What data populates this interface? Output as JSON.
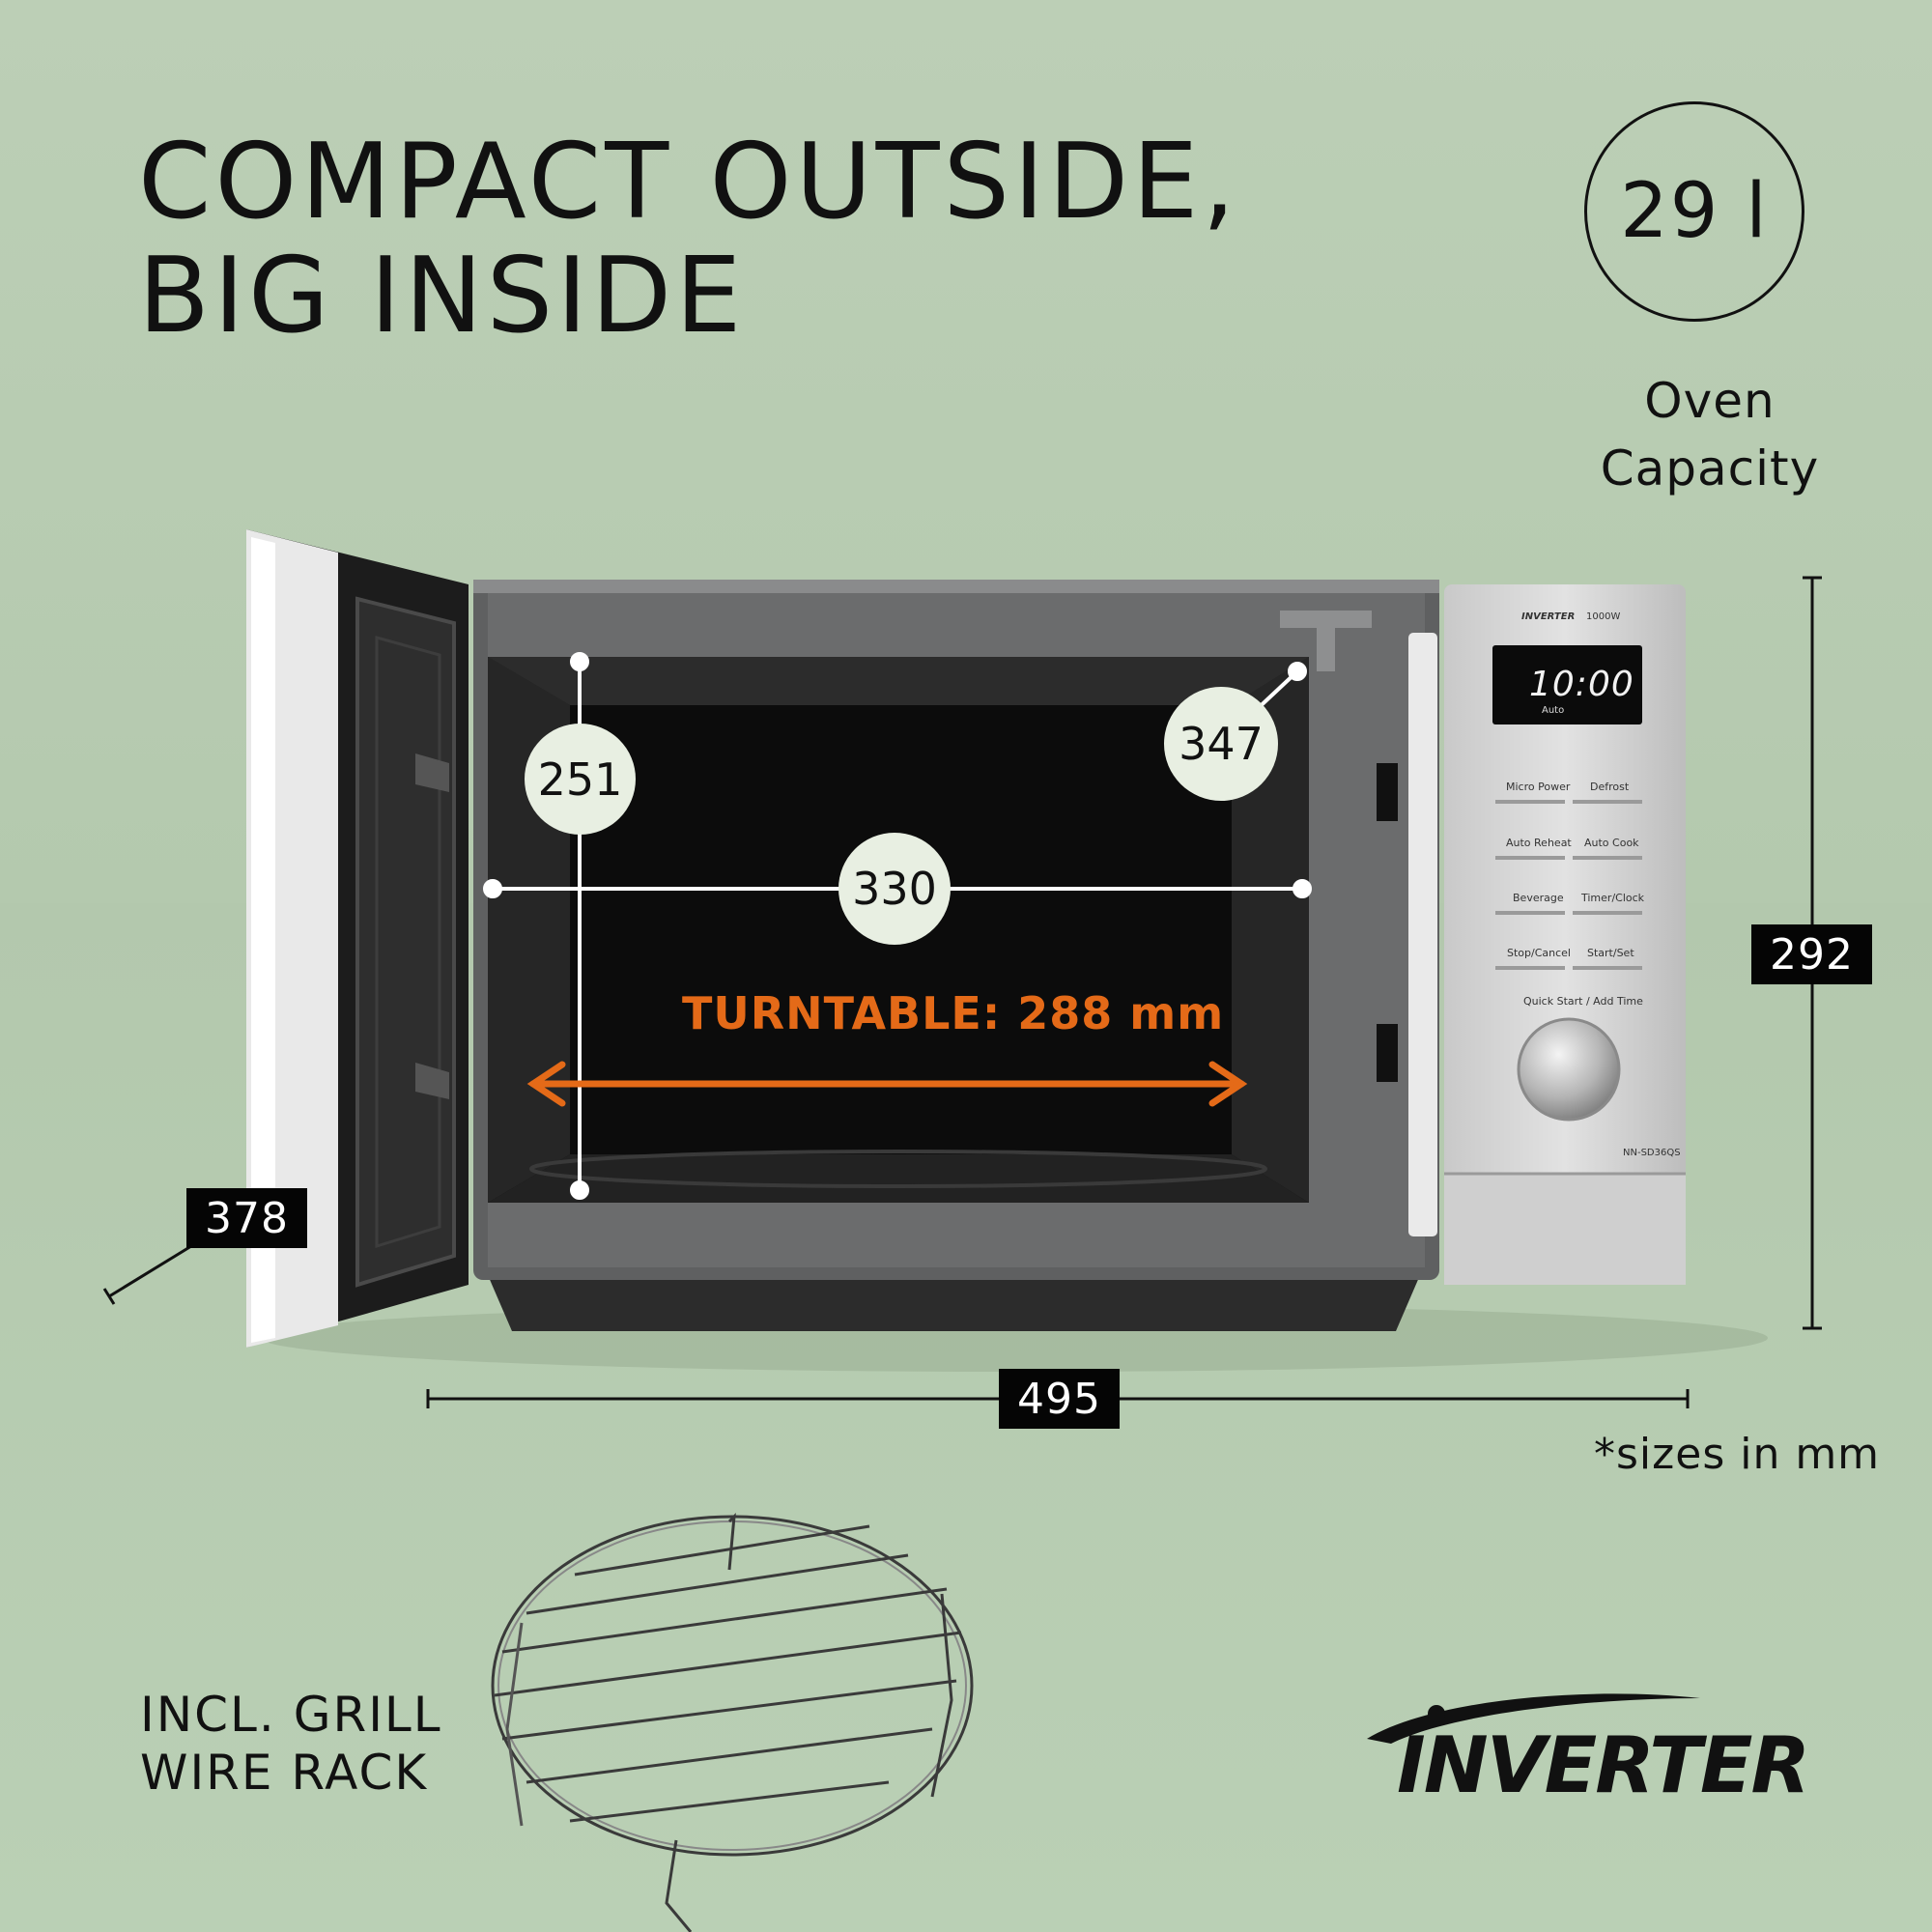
{
  "headline": [
    "COMPACT OUTSIDE,",
    "BIG INSIDE"
  ],
  "capacity": {
    "value": "29 l",
    "label_line1": "Oven",
    "label_line2": "Capacity"
  },
  "dimensions": {
    "height_outer": "292",
    "width_outer": "495",
    "depth_outer": "378",
    "inner_height": "251",
    "inner_width": "330",
    "inner_depth": "347"
  },
  "turntable": "TURNTABLE: 288 mm",
  "sizes_note": "*sizes in mm",
  "grill": {
    "line1": "INCL. GRILL",
    "line2": "WIRE RACK"
  },
  "brand_logo_text": "INVERTER",
  "control_panel": {
    "badge": "INVERTER",
    "power": "1000W",
    "display_time": "10:00",
    "display_mode": "Auto",
    "buttons": [
      "Micro Power",
      "Defrost",
      "Auto Reheat",
      "Auto Cook",
      "Beverage",
      "Timer/Clock",
      "Stop/Cancel",
      "Start/Set"
    ],
    "dial_label": "Quick Start / Add Time",
    "model": "NN-SD36QS"
  },
  "colors": {
    "background": "#b8ccb2",
    "accent": "#e46a18",
    "text": "#111111"
  }
}
